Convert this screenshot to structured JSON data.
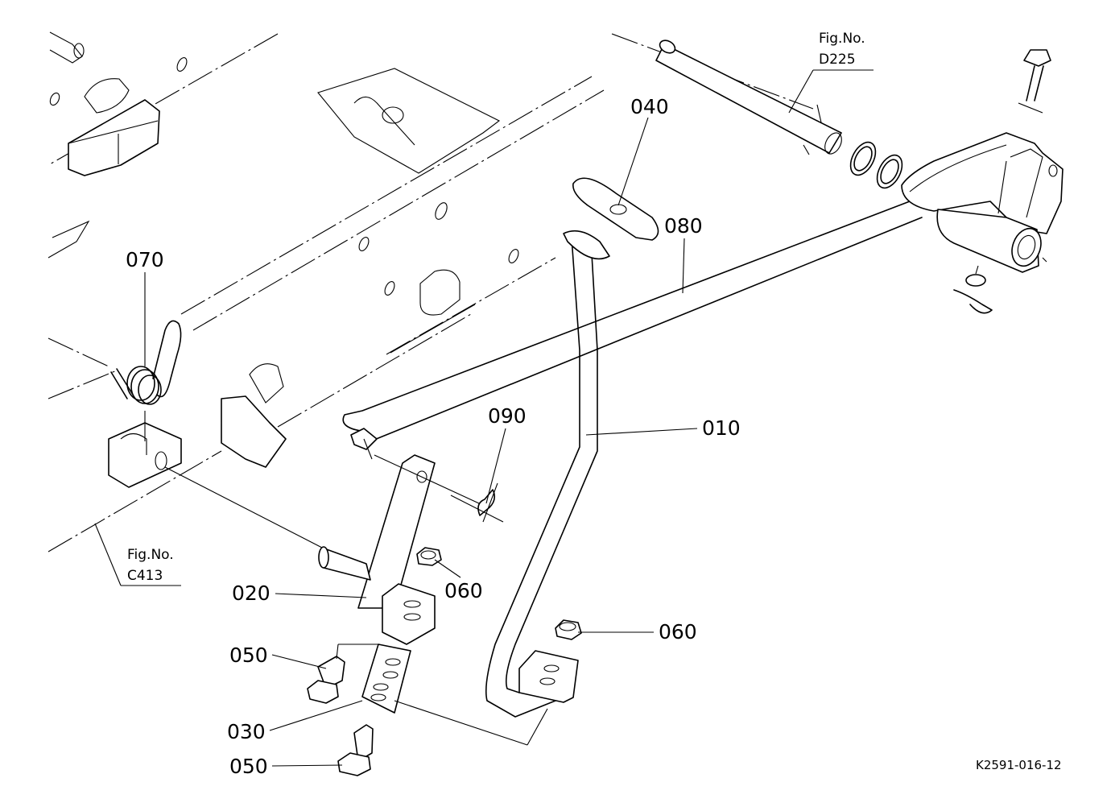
{
  "figure_refs": [
    {
      "label": "Fig.No.",
      "number": "D225"
    },
    {
      "label": "Fig.No.",
      "number": "C413"
    }
  ],
  "callouts": {
    "p010": "010",
    "p020": "020",
    "p030": "030",
    "p040": "040",
    "p050a": "050",
    "p050b": "050",
    "p060a": "060",
    "p060b": "060",
    "p070": "070",
    "p080": "080",
    "p090": "090"
  },
  "drawing_code": "K2591-016-12"
}
